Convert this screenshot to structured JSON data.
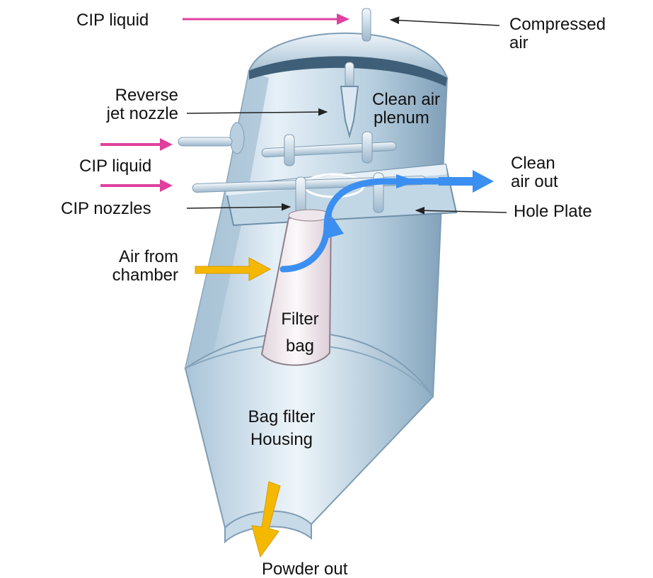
{
  "diagram": {
    "labels": {
      "cip_liquid_top": "CIP liquid",
      "compressed_air_1": "Compressed",
      "compressed_air_2": "air",
      "reverse_jet_1": "Reverse",
      "reverse_jet_2": "jet nozzle",
      "clean_air_plenum_1": "Clean air",
      "clean_air_plenum_2": "plenum",
      "cip_liquid_mid": "CIP liquid",
      "clean_air_out_1": "Clean",
      "clean_air_out_2": "air out",
      "cip_nozzles": "CIP nozzles",
      "hole_plate": "Hole Plate",
      "air_from_chamber_1": "Air from",
      "air_from_chamber_2": "chamber",
      "filter_bag_1": "Filter",
      "filter_bag_2": "bag",
      "housing_1": "Bag filter",
      "housing_2": "Housing",
      "powder_out": "Powder out"
    },
    "colors": {
      "cip_arrow": "#e0409e",
      "air_in_arrow": "#f5b800",
      "clean_air_arrow": "#3b8ff0",
      "powder_arrow": "#f5b800",
      "housing_light": "#d7e6f1",
      "housing_dark": "#8fb0c8",
      "filter_bag": "#f4eef2",
      "pointer_line": "#222222"
    }
  }
}
